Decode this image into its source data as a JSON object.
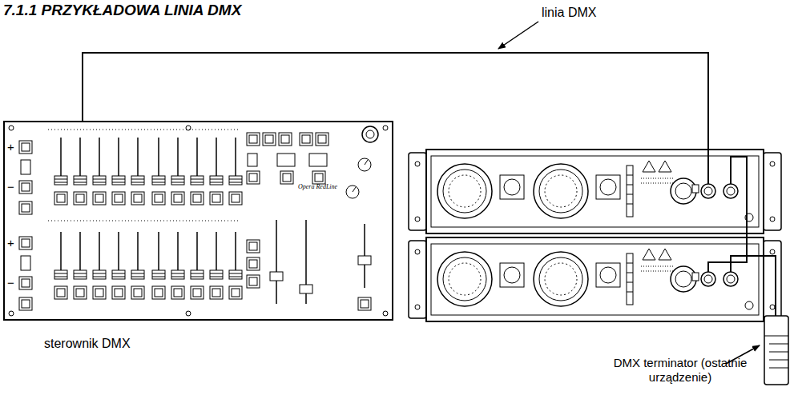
{
  "diagram": {
    "title": "7.1.1 PRZYKŁADOWA LINIA DMX",
    "nodes": [
      {
        "text": [
          "sterownik DMX"
        ]
      },
      {
        "text": [
          "DMX terminator (ostatnie urządzenie)"
        ]
      }
    ],
    "labels": [
      "linia DMX",
      "Opera RedLine",
      "+",
      "−",
      "+",
      "−"
    ]
  }
}
